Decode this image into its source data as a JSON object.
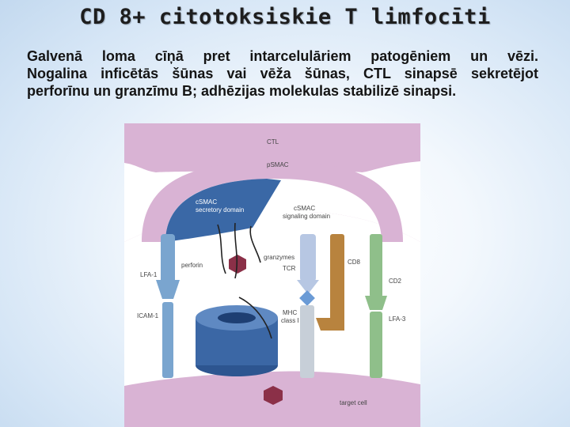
{
  "slide": {
    "title": "CD 8+ citotoksiskie T limfocīti",
    "text_lines": [
      "Galvenā loma cīņā pret intarcelulāriem patogēniem un vēzi.",
      "Nogalina inficētās šūnas vai vēža šūnas, CTL sinapsē sekretējot",
      "perforīnu un granzīmu B; adhēzijas molekulas stabilizē sinapsi."
    ]
  },
  "figure": {
    "labels": {
      "ctl": "CTL",
      "psmac": "pSMAC",
      "csmac_secretory_1": "cSMAC",
      "csmac_secretory_2": "secretory domain",
      "csmac_signaling_1": "cSMAC",
      "csmac_signaling_2": "signaling domain",
      "lfa1": "LFA-1",
      "icam1": "ICAM-1",
      "perforin": "perforin",
      "granzymes": "granzymes",
      "tcr": "TCR",
      "cd8": "CD8",
      "mhc_1": "MHC",
      "mhc_2": "class I",
      "cd2": "CD2",
      "lfa3": "LFA-3",
      "target_cell": "target cell"
    },
    "colors": {
      "cell_membrane": "#d9b3d4",
      "synapse_space": "#ffffff",
      "secretory_domain": "#3a68a6",
      "lfa_icam": "#7aa5cf",
      "perforin_pore": "#3b67a5",
      "granzyme": "#8b3048",
      "cd8": "#b8833e",
      "cd2_lfa3": "#8fbf8a",
      "tcr": "#b7c7e3"
    }
  }
}
